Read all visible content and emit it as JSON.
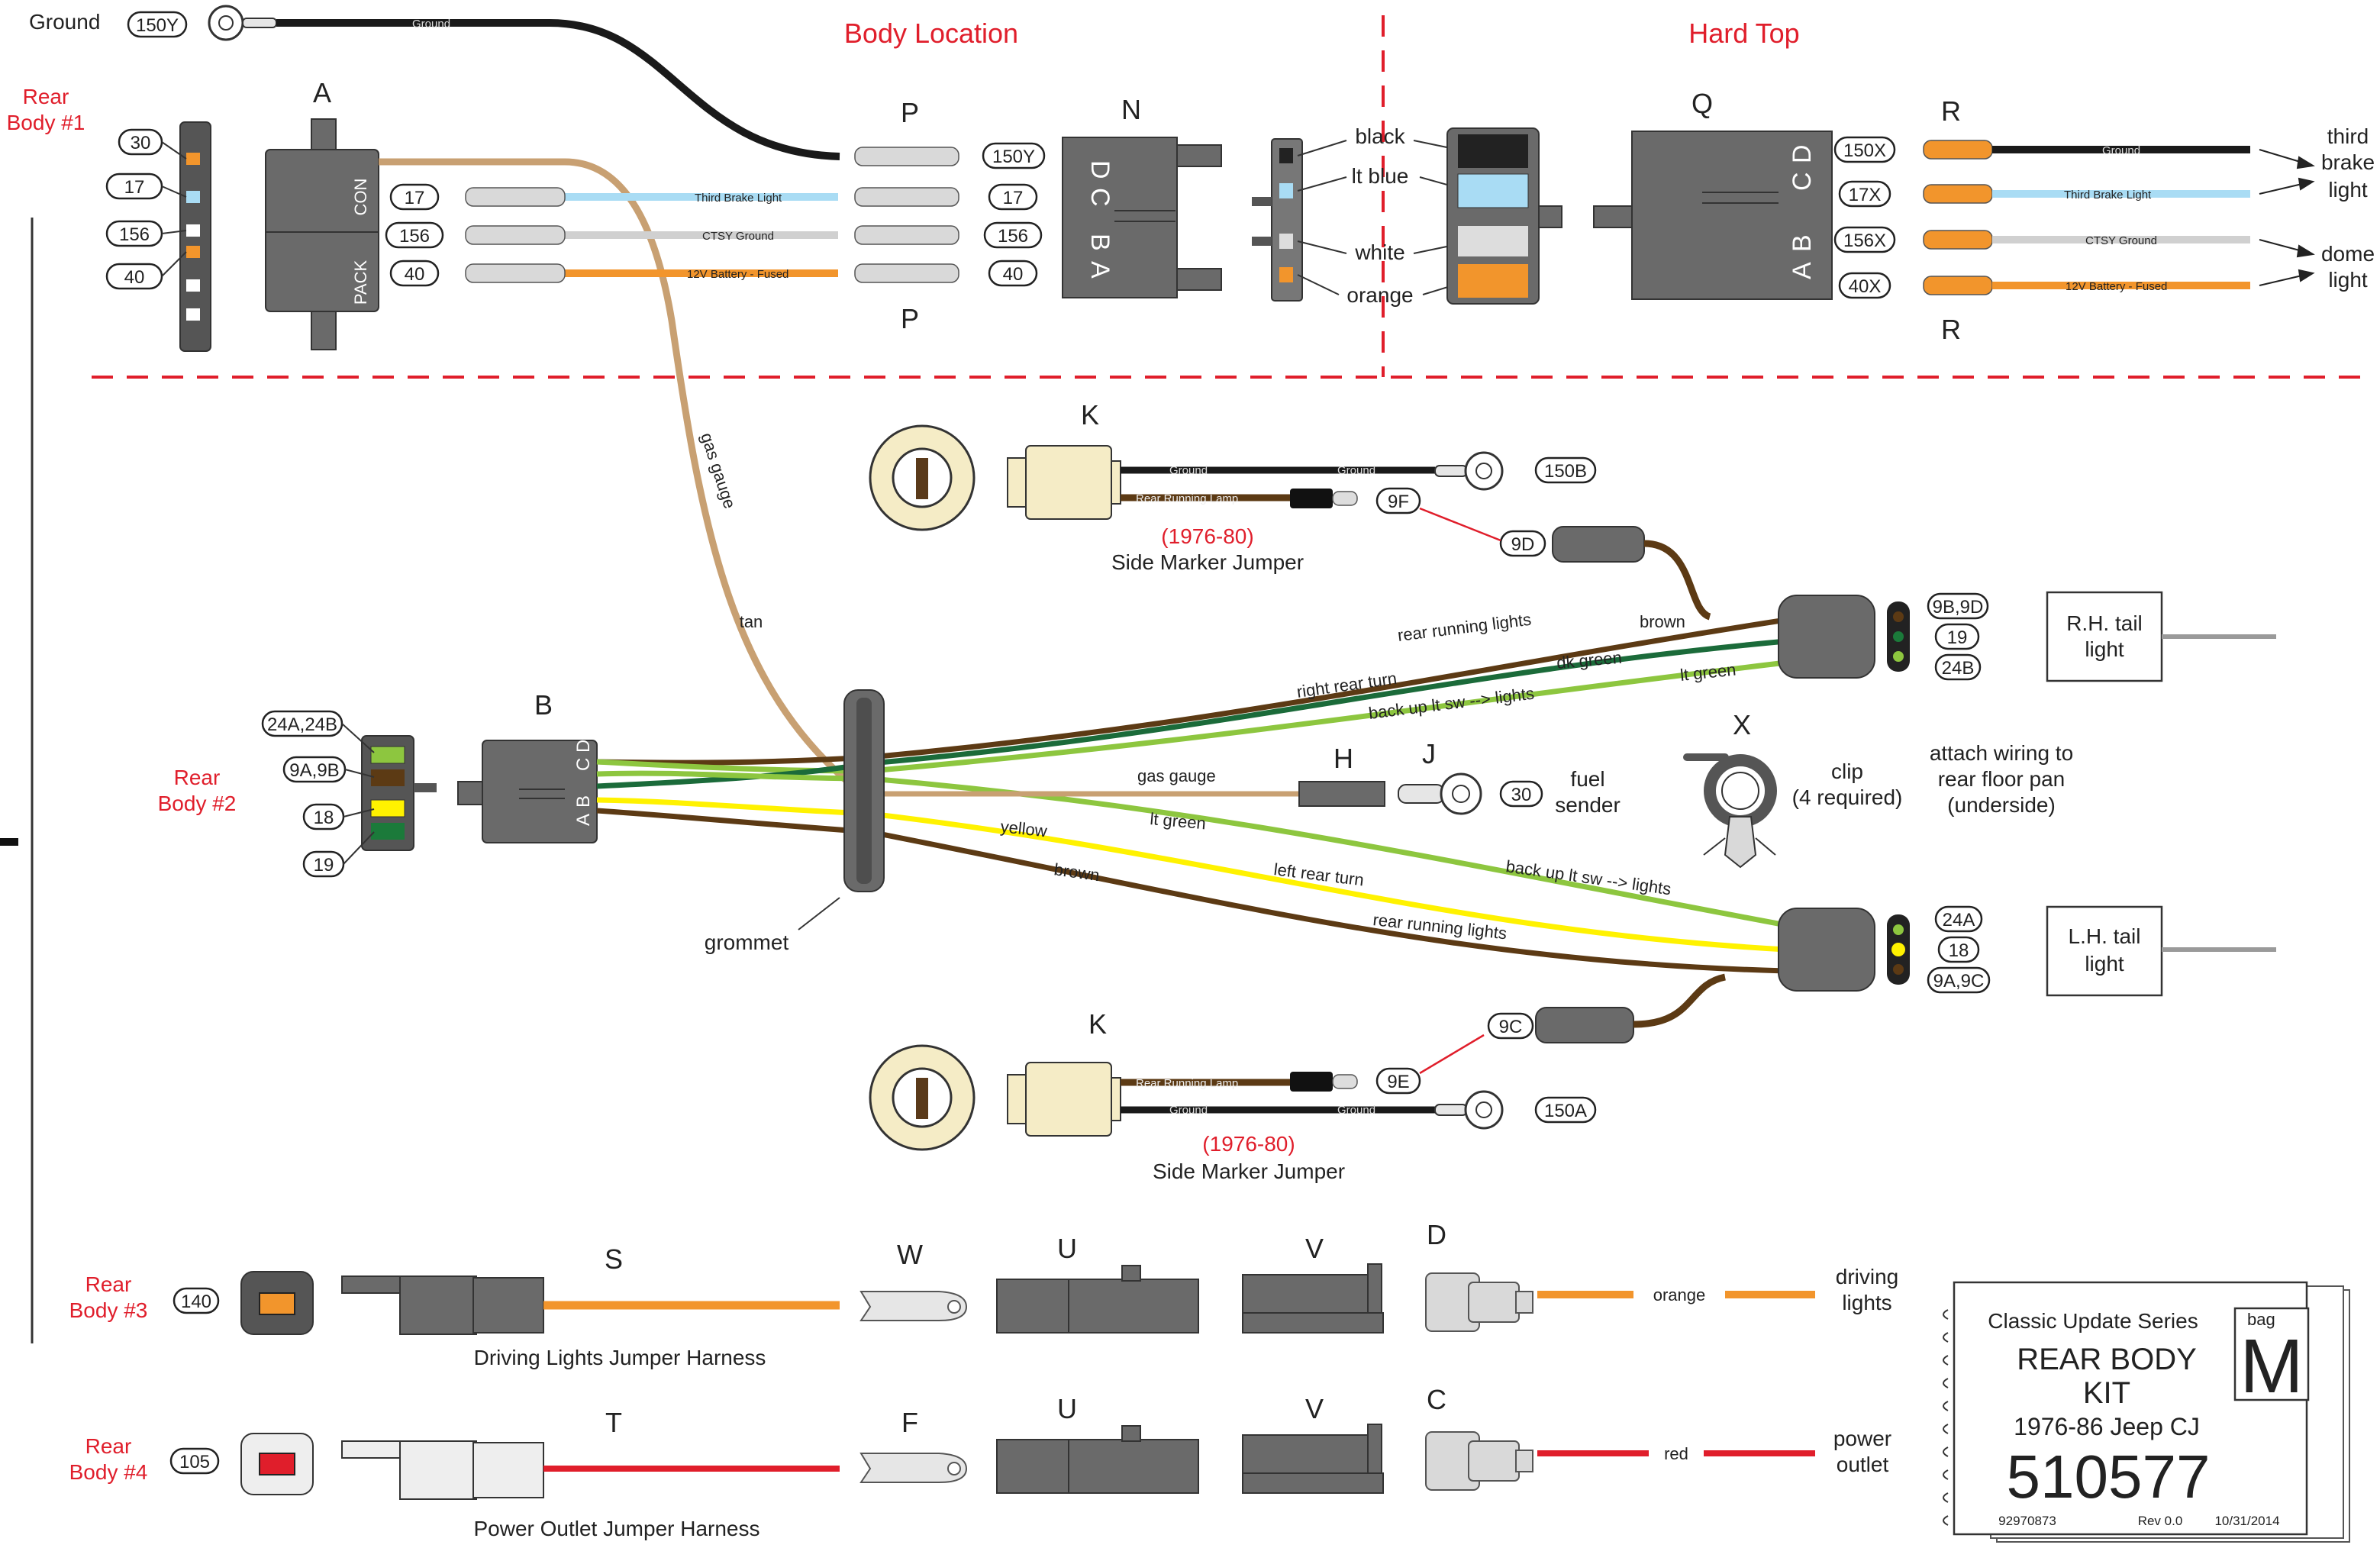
{
  "sections": {
    "body_location": "Body Location",
    "hard_top": "Hard Top"
  },
  "rear_body": {
    "one": [
      "Rear",
      "Body #1"
    ],
    "two": [
      "Rear",
      "Body #2"
    ],
    "three": [
      "Rear",
      "Body #3"
    ],
    "four": [
      "Rear",
      "Body #4"
    ]
  },
  "ground": {
    "label": "Ground",
    "pill": "150Y",
    "wire_text": "Ground"
  },
  "letters": {
    "A": "A",
    "B": "B",
    "P_top": "P",
    "P_bottom": "P",
    "N": "N",
    "Q": "Q",
    "R_top": "R",
    "R_bottom": "R",
    "K_top": "K",
    "K_bottom": "K",
    "H": "H",
    "J": "J",
    "X": "X",
    "S": "S",
    "T": "T",
    "W": "W",
    "F": "F",
    "U_top": "U",
    "U_bottom": "U",
    "V_top": "V",
    "V_bottom": "V",
    "D": "D",
    "C": "C"
  },
  "connector_a": {
    "con": "CON",
    "pack": "PACK",
    "cavities": [
      "30",
      "17",
      "156",
      "40"
    ]
  },
  "harness_top": {
    "pills_left": [
      "17",
      "156",
      "40"
    ],
    "pills_right": [
      "150Y",
      "17",
      "156",
      "40"
    ],
    "wire_texts": [
      "Third Brake Light",
      "CTSY Ground",
      "12V Battery - Fused"
    ]
  },
  "connector_n": {
    "letters": [
      "D",
      "C",
      "B",
      "A"
    ]
  },
  "hardtop_colors": [
    "black",
    "lt blue",
    "white",
    "orange"
  ],
  "connector_q": {
    "letters": [
      "C",
      "D",
      "A",
      "B"
    ]
  },
  "hardtop_right": {
    "pills": [
      "150X",
      "17X",
      "156X",
      "40X"
    ],
    "wire_texts": [
      "Ground",
      "Third Brake Light",
      "CTSY Ground",
      "12V Battery - Fused"
    ],
    "dest_third": [
      "third",
      "brake",
      "light"
    ],
    "dest_dome": [
      "dome",
      "light"
    ]
  },
  "gas_gauge": {
    "upper": "gas gauge",
    "tan": "tan",
    "lower": "gas gauge"
  },
  "side_marker_top": {
    "pills": [
      "150B",
      "9F",
      "9D"
    ],
    "wire_ground_a": "Ground",
    "wire_ground_b": "Ground",
    "wire_lamp": "Rear Running Lamp",
    "years": "(1976-80)",
    "title": "Side Marker Jumper"
  },
  "side_marker_bottom": {
    "pills": [
      "9C",
      "9E",
      "150A"
    ],
    "wire_ground_a": "Ground",
    "wire_ground_b": "Ground",
    "wire_lamp": "Rear Running Lamp",
    "years": "(1976-80)",
    "title": "Side Marker Jumper"
  },
  "rh_tail": {
    "pills": [
      "9B,9D",
      "19",
      "24B"
    ],
    "label": [
      "R.H. tail",
      "light"
    ]
  },
  "lh_tail": {
    "pills": [
      "24A",
      "18",
      "9A,9C"
    ],
    "label": [
      "L.H. tail",
      "light"
    ]
  },
  "rb2_pills": [
    "24A,24B",
    "9A,9B",
    "18",
    "19"
  ],
  "connector_b_letters": [
    "C",
    "D",
    "A",
    "B"
  ],
  "wire_labels": {
    "rear_running_top": "rear running lights",
    "brown_top": "brown",
    "right_rear_turn": "right rear turn",
    "dk_green": "dk green",
    "backup_top": "back up lt sw --> lights",
    "lt_green_top": "lt green",
    "lt_green_mid": "lt green",
    "backup_bottom": "back up lt sw --> lights",
    "yellow": "yellow",
    "left_rear_turn": "left rear turn",
    "brown_bottom": "brown",
    "rear_running_bottom": "rear running lights"
  },
  "grommet": "grommet",
  "fuel_sender": {
    "pill": "30",
    "label": [
      "fuel",
      "sender"
    ]
  },
  "clip": {
    "label": [
      "clip",
      "(4 required)"
    ],
    "note": [
      "attach wiring to",
      "rear floor pan",
      "(underside)"
    ]
  },
  "driving_lights": {
    "pill": "140",
    "wire": "orange",
    "dest": [
      "driving",
      "lights"
    ],
    "title": "Driving Lights Jumper Harness"
  },
  "power_outlet": {
    "pill": "105",
    "wire": "red",
    "dest": [
      "power",
      "outlet"
    ],
    "title": "Power Outlet Jumper Harness"
  },
  "kit": {
    "series": "Classic Update Series",
    "bag_word": "bag",
    "bag_letter": "M",
    "title": [
      "REAR BODY",
      "KIT"
    ],
    "vehicle": "1976-86 Jeep CJ",
    "number": "510577",
    "part": "92970873",
    "rev": "Rev 0.0",
    "date": "10/31/2014"
  }
}
